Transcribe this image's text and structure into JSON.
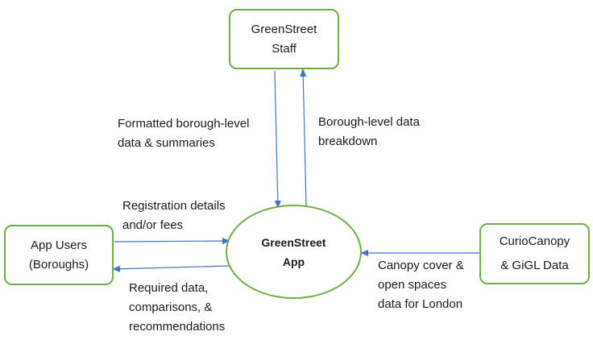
{
  "colors": {
    "node_border": "#70ad47",
    "arrow": "#4472c4",
    "text": "#1a1a1a"
  },
  "nodes": {
    "staff": {
      "line1": "GreenStreet",
      "line2": "Staff"
    },
    "app": {
      "line1": "GreenStreet",
      "line2": "App"
    },
    "users": {
      "line1": "App Users",
      "line2": "(Boroughs)"
    },
    "curio": {
      "line1": "CurioCanopy",
      "line2": "& GiGL Data"
    }
  },
  "edges": {
    "app_to_staff": {
      "line1": "Formatted borough-level",
      "line2": "data & summaries"
    },
    "staff_to_app": {
      "line1": "Borough-level data",
      "line2": "breakdown"
    },
    "users_to_app": {
      "line1": "Registration details",
      "line2": "and/or fees"
    },
    "app_to_users": {
      "line1": "Required data,",
      "line2": "comparisons, &",
      "line3": "recommendations"
    },
    "curio_to_app": {
      "line1": "Canopy cover &",
      "line2": "open spaces",
      "line3": "data for London"
    }
  }
}
